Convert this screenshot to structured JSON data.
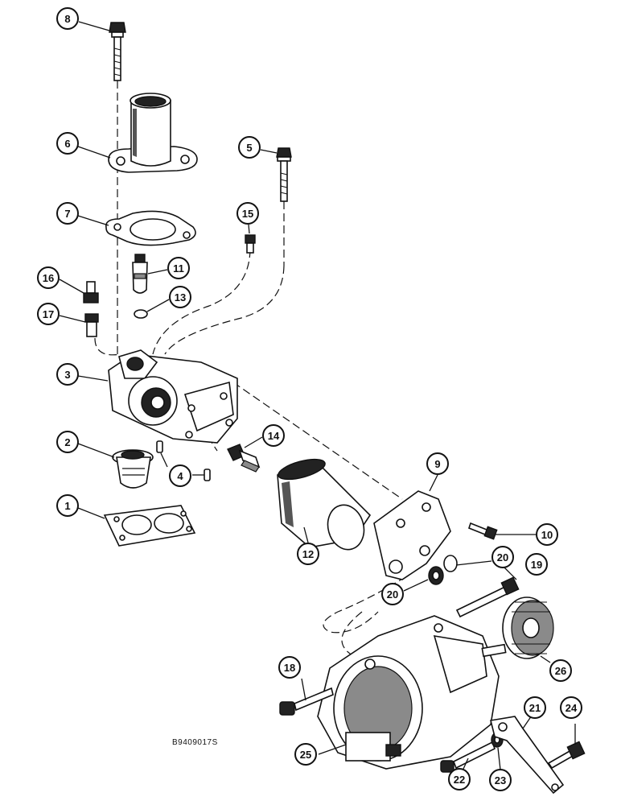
{
  "figure_code": "B9409017S",
  "callouts": [
    {
      "id": "c1",
      "label": "1"
    },
    {
      "id": "c2",
      "label": "2"
    },
    {
      "id": "c3",
      "label": "3"
    },
    {
      "id": "c4",
      "label": "4"
    },
    {
      "id": "c5",
      "label": "5"
    },
    {
      "id": "c6",
      "label": "6"
    },
    {
      "id": "c7",
      "label": "7"
    },
    {
      "id": "c8",
      "label": "8"
    },
    {
      "id": "c9",
      "label": "9"
    },
    {
      "id": "c10",
      "label": "10"
    },
    {
      "id": "c11",
      "label": "11"
    },
    {
      "id": "c12",
      "label": "12"
    },
    {
      "id": "c13",
      "label": "13"
    },
    {
      "id": "c14",
      "label": "14"
    },
    {
      "id": "c15",
      "label": "15"
    },
    {
      "id": "c16",
      "label": "16"
    },
    {
      "id": "c17",
      "label": "17"
    },
    {
      "id": "c18",
      "label": "18"
    },
    {
      "id": "c19",
      "label": "19"
    },
    {
      "id": "c20a",
      "label": "20"
    },
    {
      "id": "c20b",
      "label": "20"
    },
    {
      "id": "c21",
      "label": "21"
    },
    {
      "id": "c22",
      "label": "22"
    },
    {
      "id": "c23",
      "label": "23"
    },
    {
      "id": "c24",
      "label": "24"
    },
    {
      "id": "c25",
      "label": "25"
    },
    {
      "id": "c26",
      "label": "26"
    }
  ]
}
